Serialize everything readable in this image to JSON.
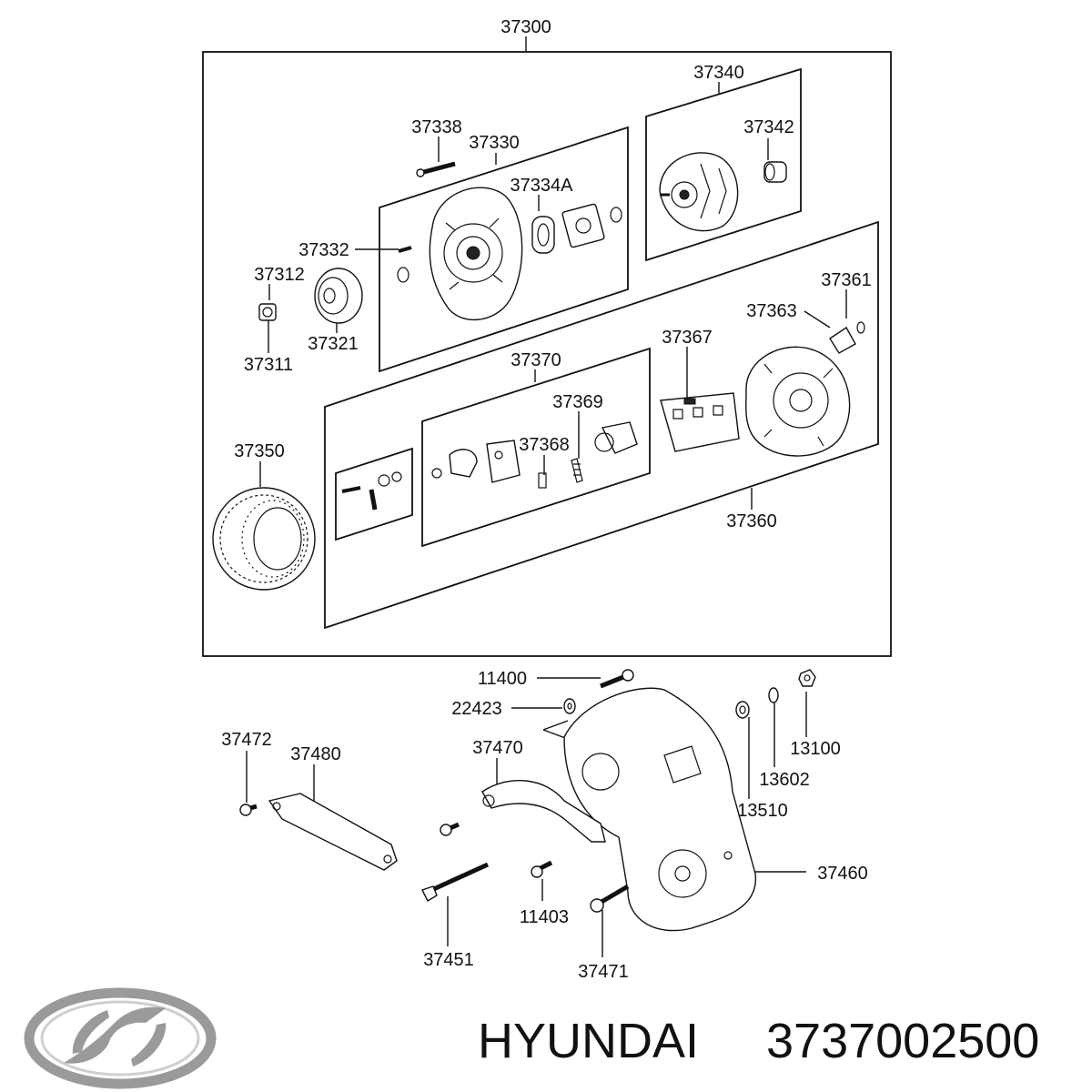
{
  "labels": {
    "p37300": "37300",
    "p37340": "37340",
    "p37338": "37338",
    "p37330": "37330",
    "p37342": "37342",
    "p37334a": "37334A",
    "p37332": "37332",
    "p37312": "37312",
    "p37321": "37321",
    "p37311": "37311",
    "p37361": "37361",
    "p37363": "37363",
    "p37370": "37370",
    "p37367": "37367",
    "p37369": "37369",
    "p37368": "37368",
    "p37350": "37350",
    "p37360": "37360",
    "p11400": "11400",
    "p22423": "22423",
    "p37472": "37472",
    "p37480": "37480",
    "p37470": "37470",
    "p13100": "13100",
    "p13602": "13602",
    "p13510": "13510",
    "p37460": "37460",
    "p11403": "11403",
    "p37451": "37451",
    "p37471": "37471"
  },
  "caption": {
    "brand": "HYUNDAI",
    "part_number": "3737002500"
  },
  "logo": {
    "name": "hyundai-logo-icon",
    "color": "#9a9a9a"
  }
}
